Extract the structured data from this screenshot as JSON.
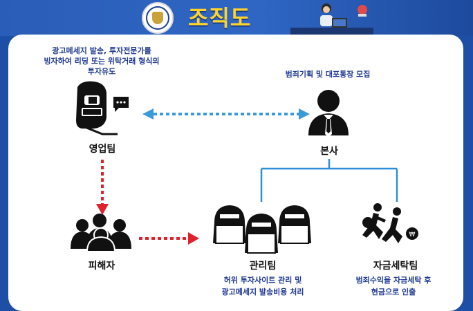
{
  "header": {
    "title": "조직도"
  },
  "nodes": {
    "sales": {
      "label": "영업팀",
      "desc": [
        "광고메세지 발송, 투자전문가를",
        "빙자하여 리딩 또는 위탁거래 형식의",
        "투자유도"
      ]
    },
    "hq": {
      "label": "본사",
      "desc": [
        "범죄기획 및 대포통장 모집"
      ]
    },
    "victim": {
      "label": "피해자"
    },
    "admin": {
      "label": "관리팀",
      "desc": [
        "허위 투자사이트 관리 및",
        "광고메세지 발송비용 처리"
      ]
    },
    "laundering": {
      "label": "자금세탁팀",
      "desc": [
        "범죄수익을 자금세탁 후",
        "현금으로 인출"
      ]
    }
  },
  "colors": {
    "blue_arrow": "#3a9ad9",
    "red_arrow": "#e0202a",
    "connector": "#2f8ed8",
    "title": "#ffd32a"
  }
}
